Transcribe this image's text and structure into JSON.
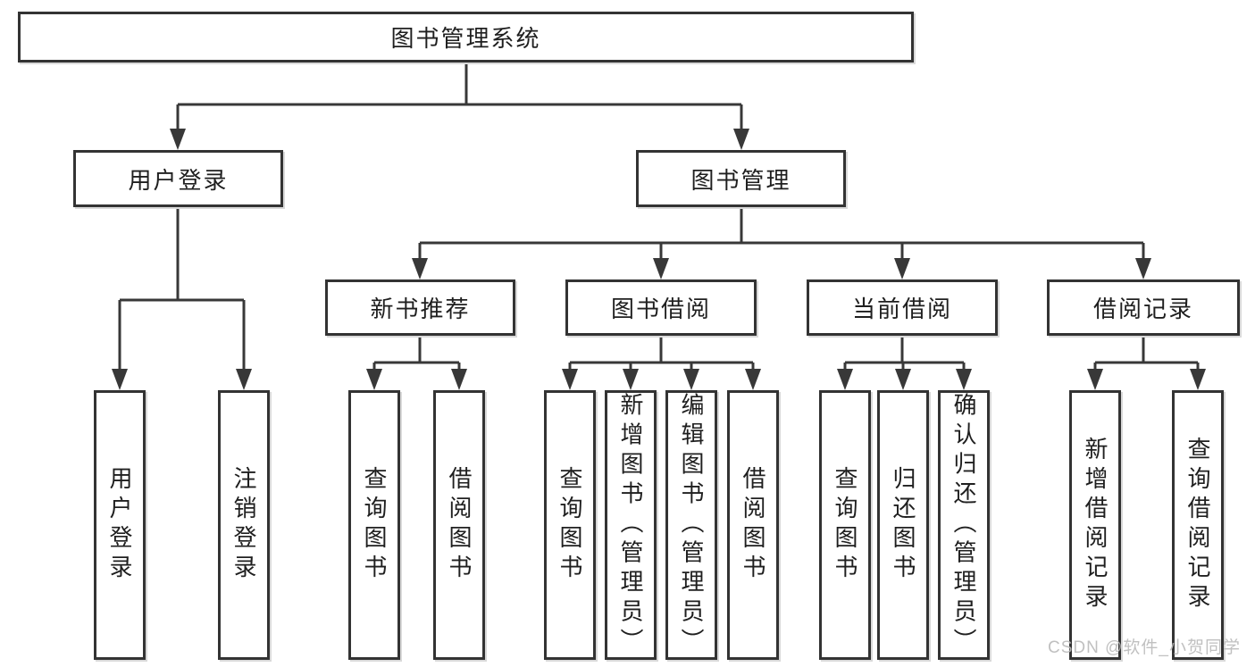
{
  "title": "图书管理系统",
  "branches": {
    "user": {
      "label": "用户登录",
      "children": [
        {
          "label": "用户登录"
        },
        {
          "label": "注销登录"
        }
      ]
    },
    "books": {
      "label": "图书管理",
      "sections": [
        {
          "label": "新书推荐",
          "children": [
            {
              "label": "查询图书"
            },
            {
              "label": "借阅图书"
            }
          ]
        },
        {
          "label": "图书借阅",
          "children": [
            {
              "label": "查询图书"
            },
            {
              "label": "新增图书（管理员）"
            },
            {
              "label": "编辑图书（管理员）"
            },
            {
              "label": "借阅图书"
            }
          ]
        },
        {
          "label": "当前借阅",
          "children": [
            {
              "label": "查询图书"
            },
            {
              "label": "归还图书"
            },
            {
              "label": "确认归还（管理员）"
            }
          ]
        },
        {
          "label": "借阅记录",
          "children": [
            {
              "label": "新增借阅记录"
            },
            {
              "label": "查询借阅记录"
            }
          ]
        }
      ]
    }
  },
  "watermark": "CSDN @软件_小贺同学",
  "colors": {
    "line": "#383838",
    "border": "#333333",
    "text": "#1f1f1f",
    "watermark": "#b9b9b9",
    "background": "#ffffff"
  }
}
